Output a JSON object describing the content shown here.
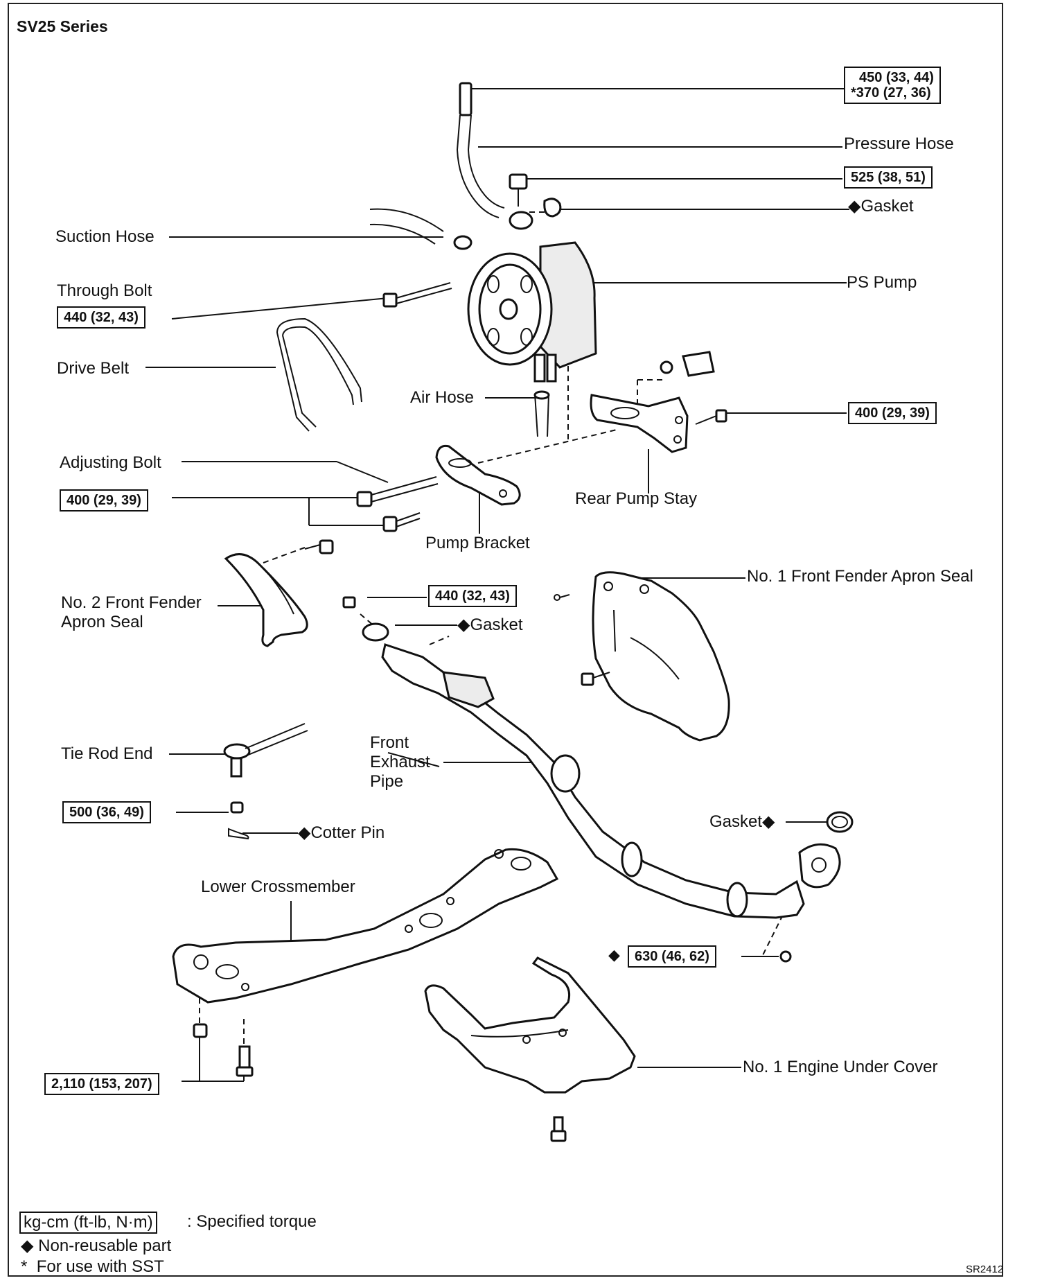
{
  "header": {
    "title": "SV25 Series"
  },
  "labels": {
    "pressure_hose": "Pressure Hose",
    "gasket_top": "Gasket",
    "suction_hose": "Suction Hose",
    "through_bolt": "Through Bolt",
    "ps_pump": "PS Pump",
    "drive_belt": "Drive Belt",
    "air_hose": "Air Hose",
    "adjusting_bolt": "Adjusting Bolt",
    "rear_pump_stay": "Rear Pump Stay",
    "pump_bracket": "Pump Bracket",
    "no1_fender_apron_seal": "No. 1 Front Fender Apron Seal",
    "no2_fender_apron_seal_1": "No. 2 Front Fender",
    "no2_fender_apron_seal_2": "Apron Seal",
    "gasket_mid": "Gasket",
    "tie_rod_end": "Tie Rod End",
    "front_exhaust_pipe_1": "Front",
    "front_exhaust_pipe_2": "Exhaust",
    "front_exhaust_pipe_3": "Pipe",
    "gasket_right": "Gasket",
    "cotter_pin": "Cotter Pin",
    "lower_crossmember": "Lower Crossmember",
    "no1_engine_under_cover": "No. 1 Engine Under Cover"
  },
  "torques": {
    "pressure_hose_1": "450 (33, 44)",
    "pressure_hose_2": "370 (27, 36)",
    "union_bolt": "525 (38, 51)",
    "through_bolt": "440 (32, 43)",
    "rear_pump_stay": "400 (29, 39)",
    "adjusting_bolt": "400 (29, 39)",
    "exhaust_front": "440 (32, 43)",
    "tie_rod": "500 (36, 49)",
    "exhaust_rear": "630 (46, 62)",
    "crossmember": "2,110 (153, 207)"
  },
  "symbols": {
    "non_reusable": "◆",
    "sst": "*"
  },
  "legend": {
    "unit_box": "kg-cm (ft-lb, N·m)",
    "unit_desc": ": Specified torque",
    "non_reusable": "Non-reusable part",
    "sst": "For use with SST"
  },
  "figure_code": "SR2412"
}
